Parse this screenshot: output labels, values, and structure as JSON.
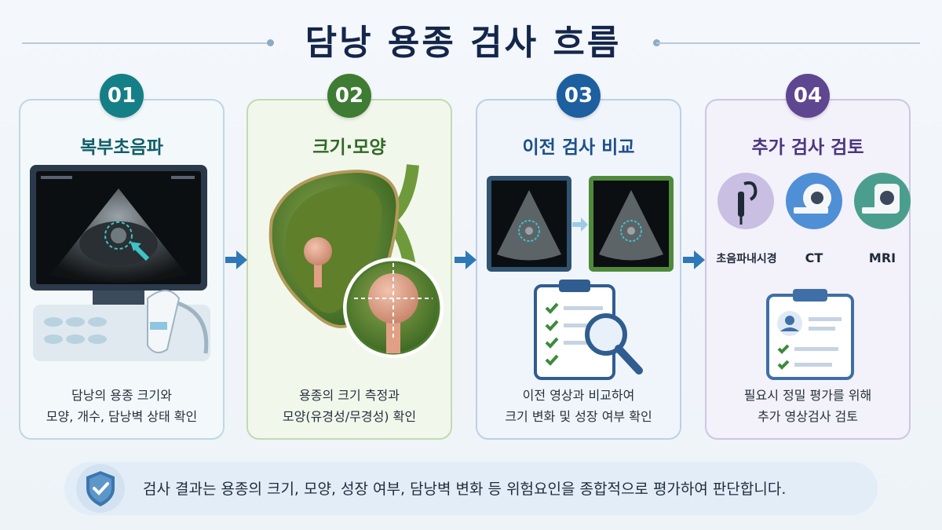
{
  "title": "담낭 용종 검사 흐름",
  "steps": [
    {
      "number": "01",
      "title": "복부초음파",
      "desc": [
        "담낭의 용종 크기와",
        "모양, 개수, 담낭벽 상태 확인"
      ]
    },
    {
      "number": "02",
      "title": "크기·모양",
      "desc": [
        "용종의 크기 측정과",
        "모양(유경성/무경성) 확인"
      ]
    },
    {
      "number": "03",
      "title": "이전 검사 비교",
      "desc": [
        "이전 영상과 비교하여",
        "크기 변화 및 성장 여부 확인"
      ]
    },
    {
      "number": "04",
      "title": "추가 검사 검토",
      "desc": [
        "필요시 정밀 평가를 위해",
        "추가 영상검사 검토"
      ]
    }
  ],
  "additional_tests": [
    "초음파내시경",
    "CT",
    "MRI"
  ],
  "footer": "검사 결과는 용종의 크기, 모양, 성장 여부, 담낭벽 변화 등 위험요인을 종합적으로 평가하여 판단합니다.",
  "colors": {
    "step1": "#157f87",
    "step2": "#3e7c33",
    "step3": "#1d5f9f",
    "step4": "#5e4691",
    "arrow": "#2e78b7",
    "title": "#14264a"
  },
  "icons": [
    "ultrasound-machine-icon",
    "gallbladder-polyp-icon",
    "ultrasound-comparison-icon",
    "checklist-magnifier-icon",
    "endoscope-icon",
    "ct-scanner-icon",
    "mri-scanner-icon",
    "patient-report-icon",
    "shield-check-icon",
    "flow-arrow-icon"
  ]
}
